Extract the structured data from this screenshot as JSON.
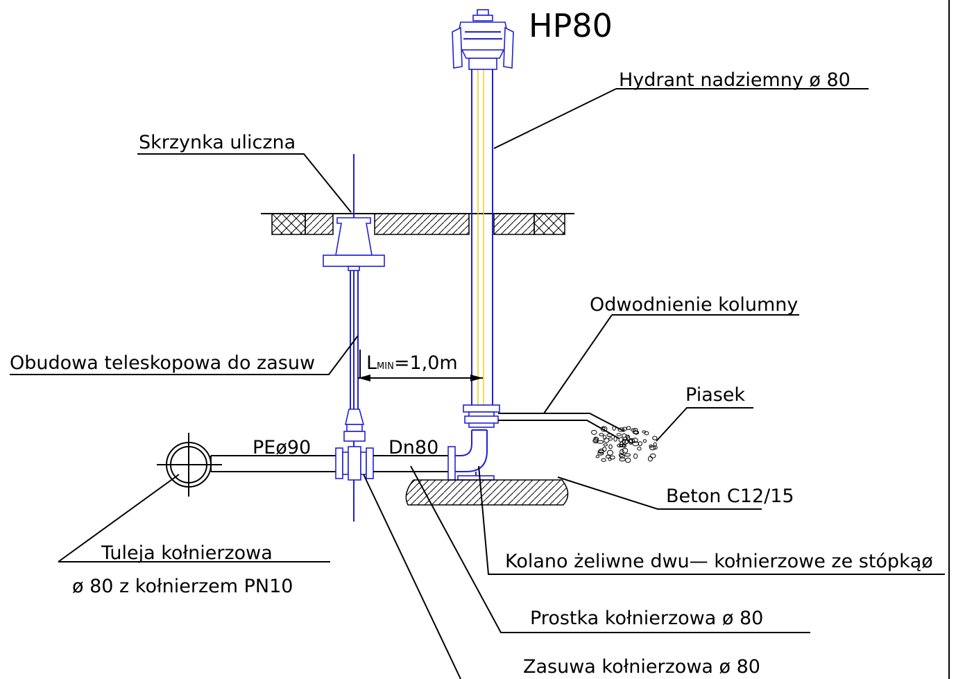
{
  "title": "HP80",
  "labels": {
    "hydrant": "Hydrant nadziemny ø 80",
    "street_box": "Skrzynka uliczna",
    "column_drain": "Odwodnienie kolumny",
    "telescopic": "Obudowa teleskopowa do zasuw",
    "distance": "=1,0m",
    "distance_prefix": "L",
    "distance_sub": "MIN",
    "sand": "Piasek",
    "pe_pipe": "PEø90",
    "dn": "Dn80",
    "concrete": "Beton C12/15",
    "elbow": "Kolano żeliwne dwu— kołnierzowe ze stópkąø",
    "sleeve_1": "Tuleja kołnierzowa",
    "sleeve_2": "ø 80 z kołnierzem PN10",
    "straight": "Prostka kołnierzowa ø 80",
    "valve": "Zasuwa kołnierzowa ø 80"
  },
  "colors": {
    "line": "#000000",
    "pipe": "#1f1fd8",
    "axis": "#e8d21a",
    "background": "#ffffff"
  }
}
